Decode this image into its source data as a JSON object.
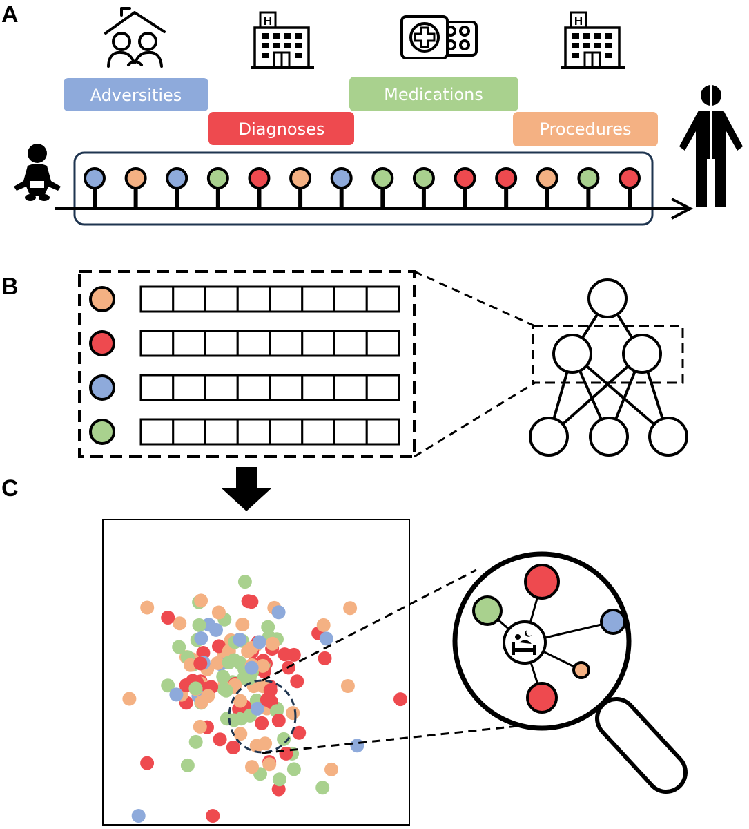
{
  "panels": {
    "a": "A",
    "b": "B",
    "c": "C"
  },
  "categories": [
    {
      "key": "adversities",
      "label": "Adversities",
      "color": "#8eaadb",
      "icon": "family-house-icon"
    },
    {
      "key": "diagnoses",
      "label": "Diagnoses",
      "color": "#ee4a4f",
      "icon": "hospital-icon"
    },
    {
      "key": "medications",
      "label": "Medications",
      "color": "#a9d18e",
      "icon": "medication-pack-icon"
    },
    {
      "key": "procedures",
      "label": "Procedures",
      "color": "#f4b183",
      "icon": "hospital-icon"
    }
  ],
  "timeline": {
    "start_icon": "baby-icon",
    "end_icon": "adult-person-icon",
    "events": [
      "adversities",
      "procedures",
      "adversities",
      "medications",
      "diagnoses",
      "procedures",
      "adversities",
      "medications",
      "medications",
      "diagnoses",
      "diagnoses",
      "procedures",
      "medications",
      "diagnoses"
    ]
  },
  "embedding": {
    "rows": [
      "procedures",
      "diagnoses",
      "adversities",
      "medications"
    ],
    "cells_per_row": 8,
    "network_icon": "neural-network-icon",
    "arrow_icon": "down-arrow-icon"
  },
  "scatter": {
    "magnifier_icon": "magnifying-glass-icon",
    "center_icon": "sleeping-person-bed-icon",
    "neighbors": [
      "diagnoses",
      "medications",
      "adversities",
      "procedures",
      "diagnoses"
    ]
  }
}
